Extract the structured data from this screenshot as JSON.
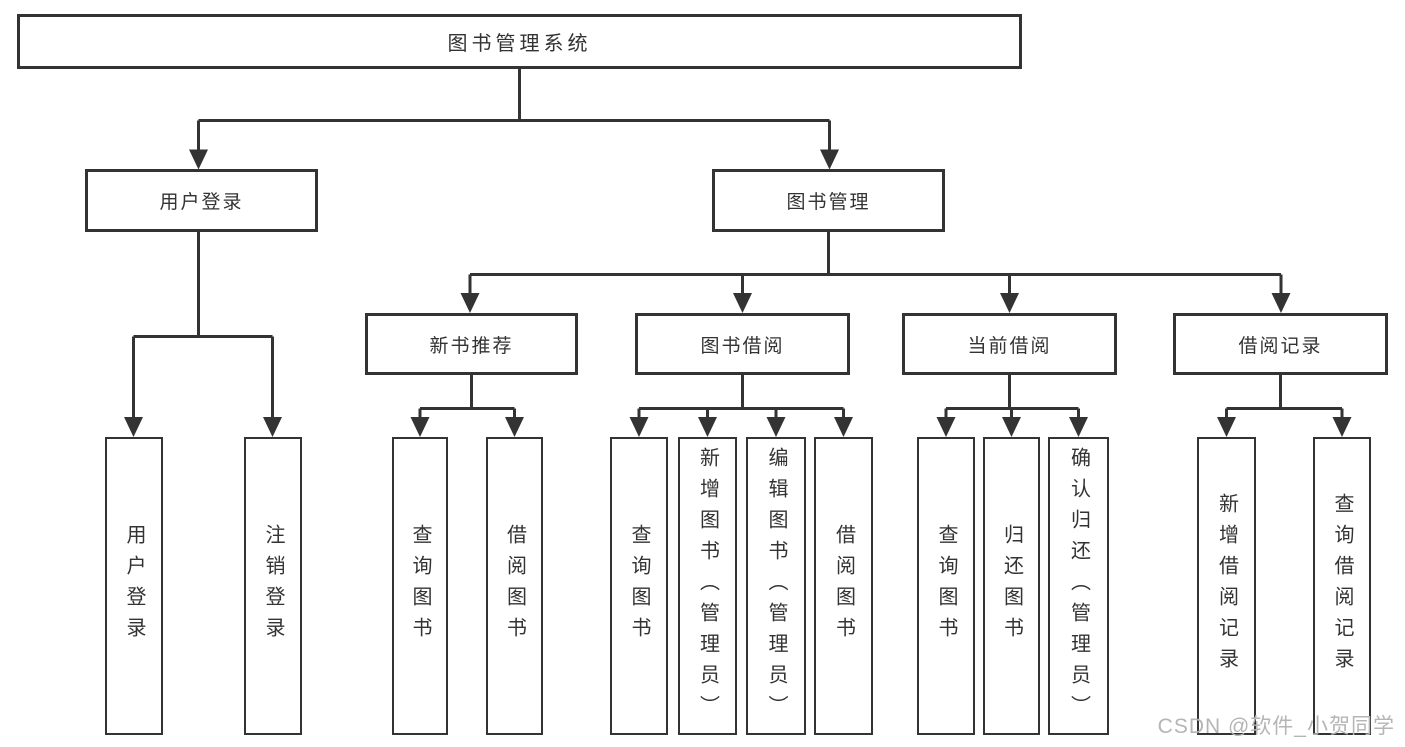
{
  "tree": {
    "root": {
      "label": "图书管理系统"
    },
    "children": [
      {
        "label": "用户登录",
        "children": [
          {
            "label": "用户登录"
          },
          {
            "label": "注销登录"
          }
        ]
      },
      {
        "label": "图书管理",
        "children": [
          {
            "label": "新书推荐",
            "children": [
              {
                "label": "查询图书"
              },
              {
                "label": "借阅图书"
              }
            ]
          },
          {
            "label": "图书借阅",
            "children": [
              {
                "label": "查询图书"
              },
              {
                "label": "新增图书（管理员）"
              },
              {
                "label": "编辑图书（管理员）"
              },
              {
                "label": "借阅图书"
              }
            ]
          },
          {
            "label": "当前借阅",
            "children": [
              {
                "label": "查询图书"
              },
              {
                "label": "归还图书"
              },
              {
                "label": "确认归还（管理员）"
              }
            ]
          },
          {
            "label": "借阅记录",
            "children": [
              {
                "label": "新增借阅记录"
              },
              {
                "label": "查询借阅记录"
              }
            ]
          }
        ]
      }
    ]
  },
  "watermark": {
    "text": "CSDN @软件_小贺同学"
  },
  "colors": {
    "line": "#333333",
    "text": "#333333",
    "box_background": "#ffffff",
    "page_background": "#ffffff",
    "watermark": "#b5b5b5"
  }
}
